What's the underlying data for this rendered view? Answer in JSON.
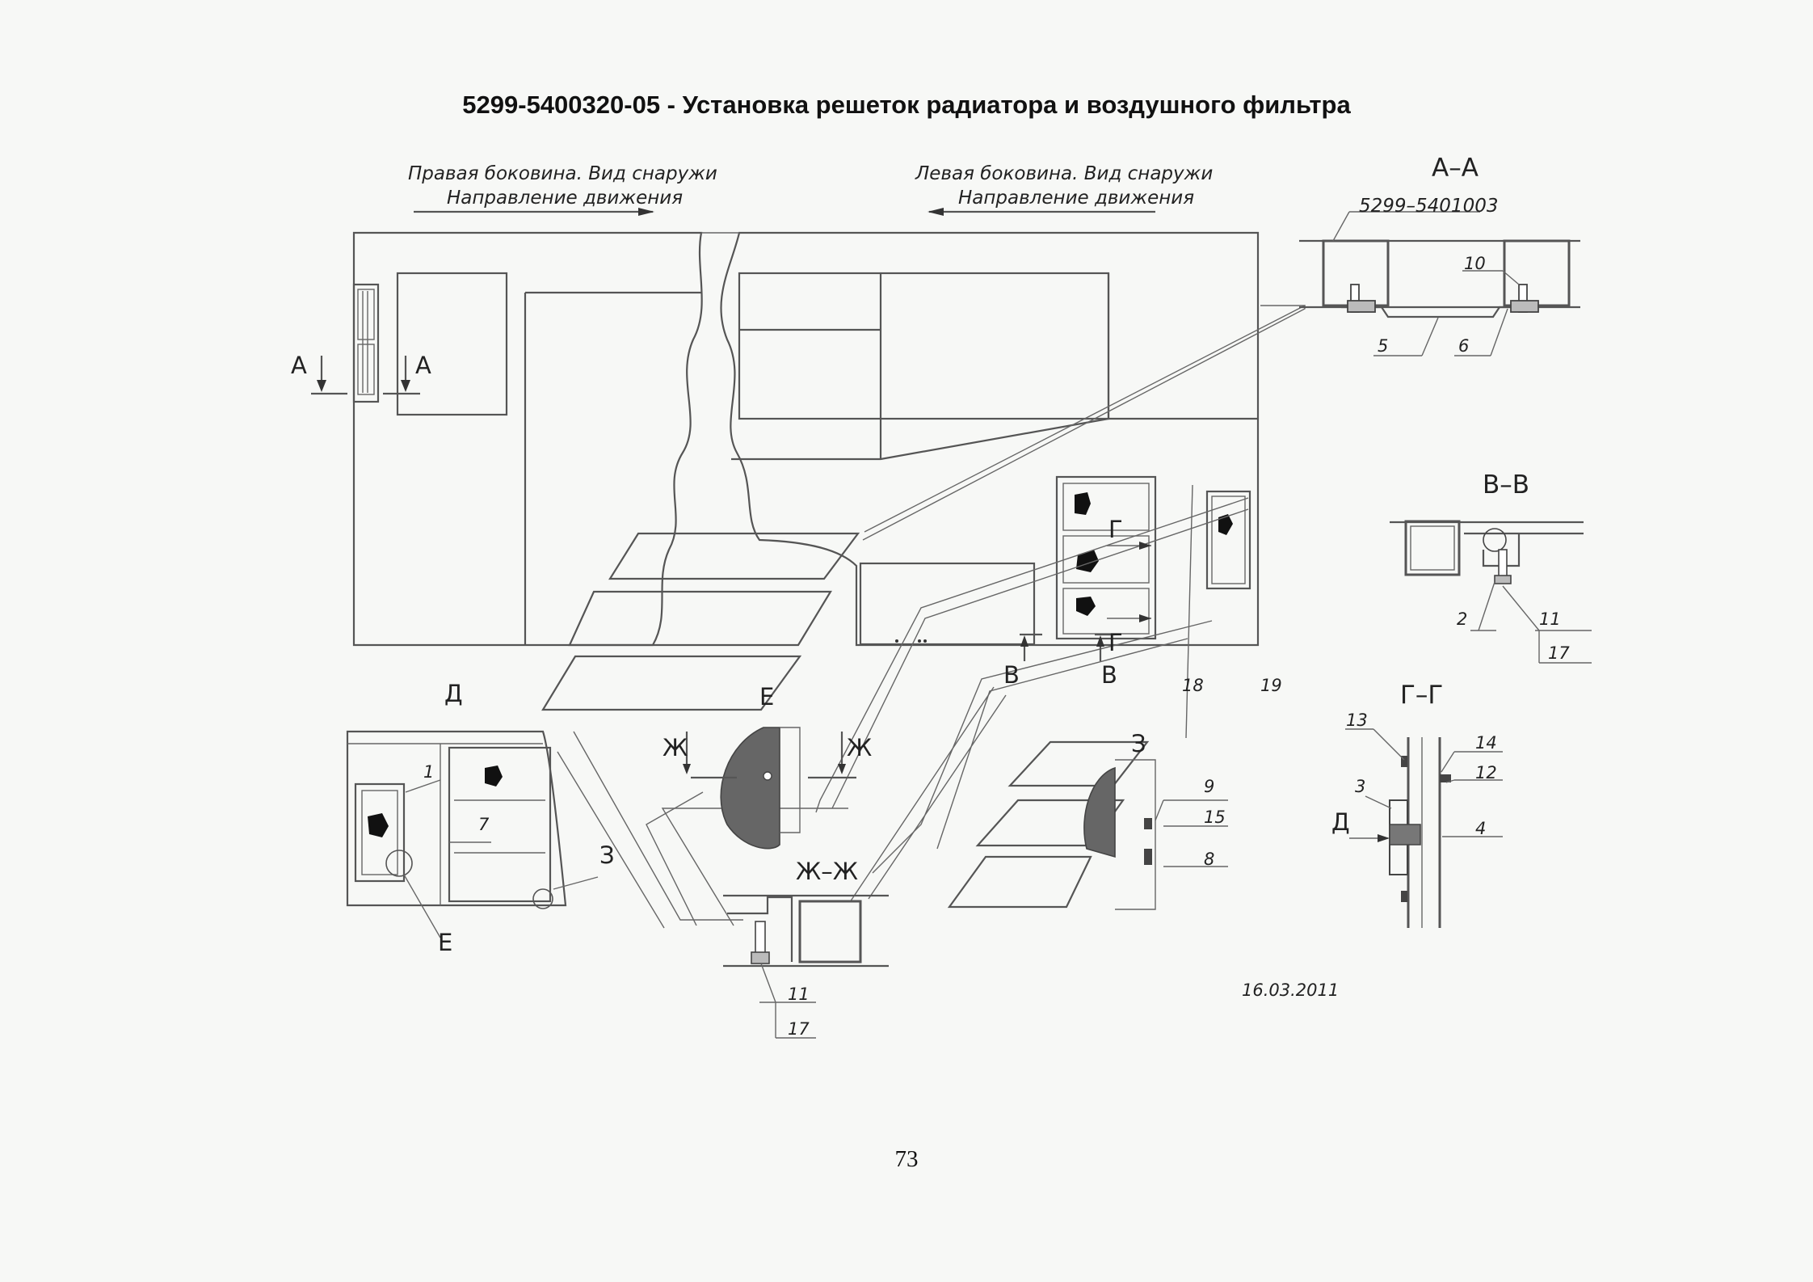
{
  "document": {
    "title": "5299-5400320-05 - Установка решеток радиатора и воздушного фильтра",
    "page_number": "73",
    "date": "16.03.2011"
  },
  "views": {
    "right_side": "Правая боковина. Вид снаружи",
    "left_side": "Левая боковина. Вид снаружи",
    "direction": "Направление движения",
    "section_aa": "А–А",
    "part_number": "5299–5401003",
    "section_vv": "В–В",
    "section_gg": "Г–Г",
    "view_d": "Д",
    "view_e": "Е",
    "view_z": "З",
    "section_zhzh": "Ж–Ж"
  },
  "marks": {
    "A": "А",
    "V": "В",
    "G": "Г",
    "D": "Д",
    "E": "Е",
    "ZH": "Ж",
    "Z": "З"
  },
  "callouts": [
    "1",
    "2",
    "3",
    "4",
    "5",
    "6",
    "7",
    "8",
    "9",
    "10",
    "11",
    "12",
    "13",
    "14",
    "15",
    "17",
    "18",
    "19"
  ]
}
